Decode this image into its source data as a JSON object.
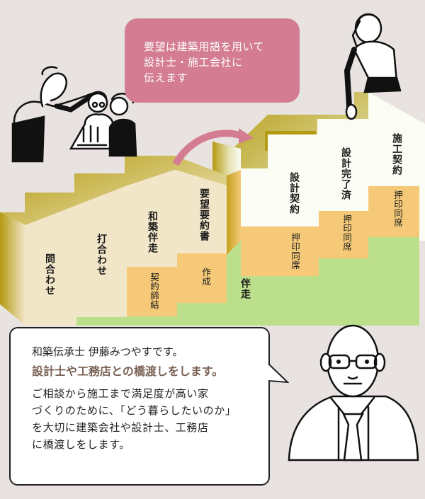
{
  "callout": {
    "lines": [
      "要望は建築用語を用いて",
      "設計士・施工会社に",
      "伝えます"
    ],
    "color": "#d37c92"
  },
  "stairs": {
    "lower": [
      {
        "label": "問合わせ"
      },
      {
        "label": "打合わせ"
      },
      {
        "label": "和築伴走",
        "sub": "契約締結"
      },
      {
        "label": "要望要約書",
        "sub": "作成"
      }
    ],
    "band_label": "伴走",
    "upper": [
      {
        "label": "設計契約",
        "sub": "押印同席"
      },
      {
        "label": "設計完了済",
        "sub": "押印同席"
      },
      {
        "label": "施工契約",
        "sub": "押印同席"
      }
    ],
    "colors": {
      "gold": "#b39a10",
      "cream": "#f2e6c9",
      "orange": "#f5c978",
      "green": "#bcdf8c",
      "white": "#fbfdf5"
    }
  },
  "bubble": {
    "intro": "和築伝承士 伊藤みつやすです。",
    "headline": "設計士や工務店との橋渡しをします。",
    "body": [
      "ご相談から施工まで満足度が高い家",
      "づくりのために、「どう暮らしたいのか」",
      "を大切に建築会社や設計士、工務店",
      "に橋渡しをします。"
    ],
    "headline_color": "#7a6255"
  },
  "illustrations": {
    "group": "people-consulting",
    "thinker": "person-sitting-thinking",
    "speaker": "bald-man-with-glasses"
  }
}
